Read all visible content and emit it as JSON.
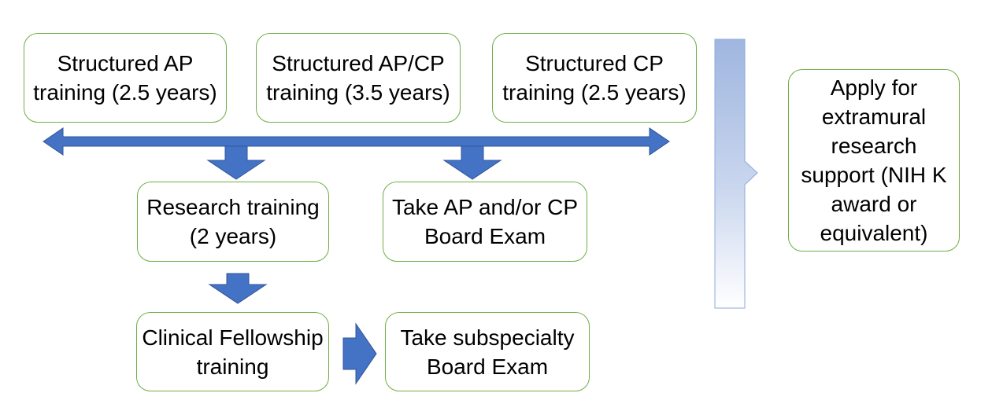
{
  "diagram": {
    "top_boxes": [
      {
        "label": "Structured AP training (2.5 years)"
      },
      {
        "label": "Structured AP/CP training (3.5 years)"
      },
      {
        "label": "Structured CP training (2.5 years)"
      }
    ],
    "research_training": {
      "label": "Research training (2 years)"
    },
    "board_exam": {
      "label": "Take AP and/or CP Board Exam"
    },
    "clinical_fellowship": {
      "label": "Clinical Fellowship training"
    },
    "subspecialty_exam": {
      "label": "Take subspecialty Board Exam"
    },
    "funding_box": {
      "label": "Apply for extramural research support (NIH K award or equivalent)"
    }
  },
  "colors": {
    "box_border": "#70ad47",
    "arrow_fill": "#4472c4",
    "bracket_gradient_top": "#9fb6df",
    "bracket_gradient_bottom": "#ffffff"
  }
}
